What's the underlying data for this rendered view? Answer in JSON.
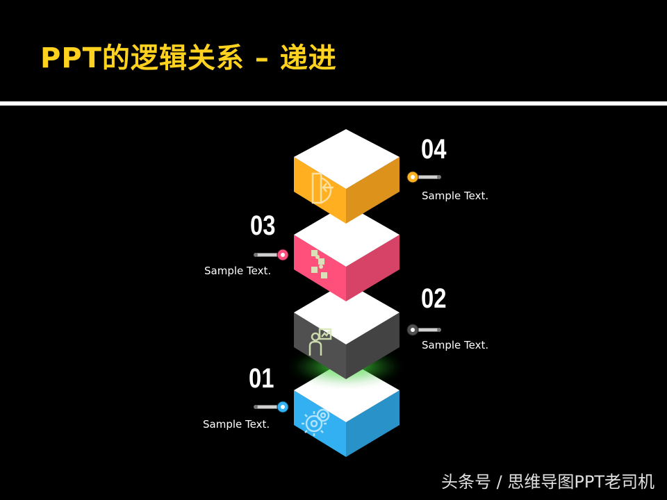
{
  "slide": {
    "title": "PPT的逻辑关系 – 递进",
    "title_color": "#FFD21F",
    "rule_color": "#FFFFFF",
    "background": "#000000"
  },
  "steps": [
    {
      "number": "01",
      "text": "Sample Text.",
      "color": "#2EA3DF",
      "icon": "gears-icon"
    },
    {
      "number": "02",
      "text": "Sample Text.",
      "color": "#4A4A4A",
      "icon": "presenter-icon"
    },
    {
      "number": "03",
      "text": "Sample Text.",
      "color": "#EF4A72",
      "icon": "puzzle-icon"
    },
    {
      "number": "04",
      "text": "Sample Text.",
      "color": "#F6A21E",
      "icon": "exit-door-icon"
    }
  ],
  "text_color": "#FFFFFF",
  "glow_color": "#5CFF4A",
  "watermark": "头条号 / 思维导图PPT老司机"
}
